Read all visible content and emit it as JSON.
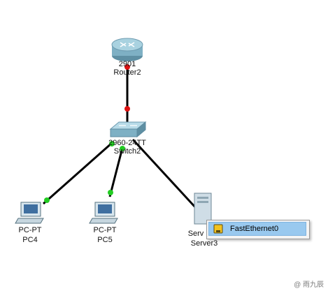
{
  "devices": {
    "router": {
      "model": "2901",
      "name": "Router2"
    },
    "switch": {
      "model": "2960-24TT",
      "name": "Switch2"
    },
    "pc4": {
      "model": "PC-PT",
      "name": "PC4"
    },
    "pc5": {
      "model": "PC-PT",
      "name": "PC5"
    },
    "server": {
      "model": "Server-PT",
      "model_visible": "Serv",
      "name": "Server3"
    }
  },
  "popup": {
    "items": [
      {
        "label": "FastEthernet0",
        "icon": "ethernet-port-icon"
      }
    ]
  },
  "watermark": "@ 雨九辰",
  "colors": {
    "link_up": "#22cc22",
    "link_down": "#dd1111",
    "cable": "#000000",
    "menu_highlight": "#99c9ef"
  }
}
